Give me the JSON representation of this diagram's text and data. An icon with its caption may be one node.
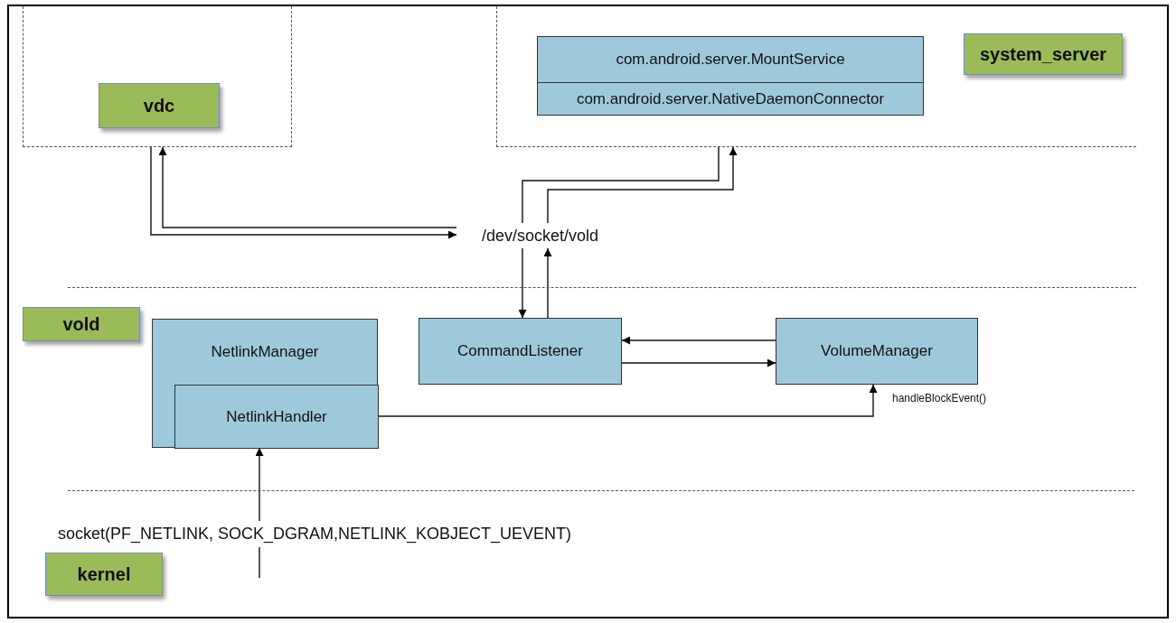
{
  "diagram": {
    "nodes": [
      {
        "text": [],
        "shape": "box"
      },
      {
        "text": [
          "vdc"
        ],
        "in": 0
      },
      {
        "text": [],
        "shape": "box"
      },
      {
        "text": [
          "com.android.server.MountService"
        ],
        "in": 2
      },
      {
        "text": [
          "com.android.server.NativeDaemonConnector"
        ],
        "in": 2
      },
      {
        "text": [
          "system_server"
        ],
        "in": 2
      },
      {
        "text": [
          "/dev/socket/vold"
        ]
      },
      {
        "text": [
          "vold"
        ]
      },
      {
        "text": [
          "NetlinkManager"
        ]
      },
      {
        "text": [
          "NetlinkHandler"
        ],
        "in": 8
      },
      {
        "text": [
          "CommandListener"
        ]
      },
      {
        "text": [
          "VolumeManager"
        ]
      },
      {
        "text": [
          "socket(PF_NETLINK, SOCK_DGRAM,NETLINK_KOBJECT_UEVENT)"
        ]
      },
      {
        "text": [
          "kernel"
        ]
      }
    ],
    "edges": [
      {
        "from": 0,
        "to": 6,
        "arrow": "to"
      },
      {
        "from": 6,
        "to": 0,
        "arrow": "to"
      },
      {
        "from": 2,
        "to": 6,
        "arrow": "none"
      },
      {
        "from": 6,
        "to": 2,
        "arrow": "to"
      },
      {
        "from": 6,
        "to": 10,
        "arrow": "to"
      },
      {
        "from": 10,
        "to": 6,
        "arrow": "to"
      },
      {
        "from": 11,
        "to": 10,
        "arrow": "to"
      },
      {
        "from": 10,
        "to": 11,
        "arrow": "to"
      },
      {
        "from": 9,
        "to": 11,
        "arrow": "to",
        "label": "handleBlockEvent()"
      },
      {
        "from": 12,
        "to": 9,
        "arrow": "to"
      },
      {
        "from": null,
        "to": 12,
        "arrow": "none"
      }
    ]
  }
}
